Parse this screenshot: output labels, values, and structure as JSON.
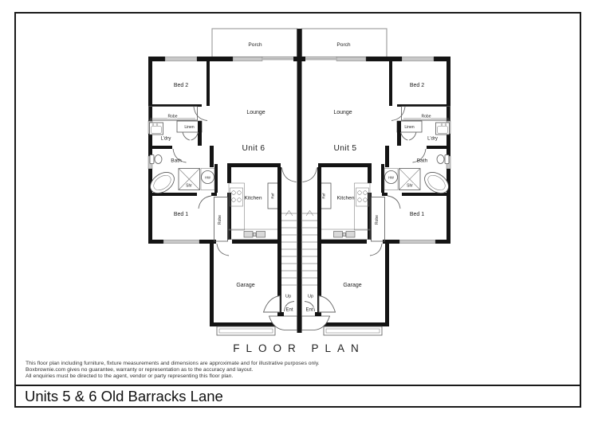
{
  "labels": {
    "porch": "Porch",
    "bed2": "Bed 2",
    "lounge": "Lounge",
    "robe": "Robe",
    "linen": "Linen",
    "laundry": "L'dry",
    "bath": "Bath",
    "shower": "Shr",
    "hot_water": "HW",
    "bed1": "Bed 1",
    "kitchen": "Kitchen",
    "fridge": "Ref",
    "garage": "Garage",
    "up": "Up",
    "entry": "Ent"
  },
  "units": {
    "left": {
      "name": "Unit 6"
    },
    "right": {
      "name": "Unit 5"
    }
  },
  "footer": {
    "heading": "FLOOR PLAN",
    "disclaimer_lines": [
      "This floor plan including furniture, fixture measurements and dimensions are approximate and for illustrative purposes only.",
      "Boxbrownie.com gives no guarantee, warranty or representation as to the accuracy and layout.",
      "All enquiries must be directed to the agent, vendor or party representing this floor plan."
    ],
    "address": "Units 5 & 6 Old Barracks Lane"
  },
  "colors": {
    "wall": "#141414",
    "window": "#c8c8c8",
    "frame_border": "#1a1a1a",
    "background": "#ffffff"
  }
}
